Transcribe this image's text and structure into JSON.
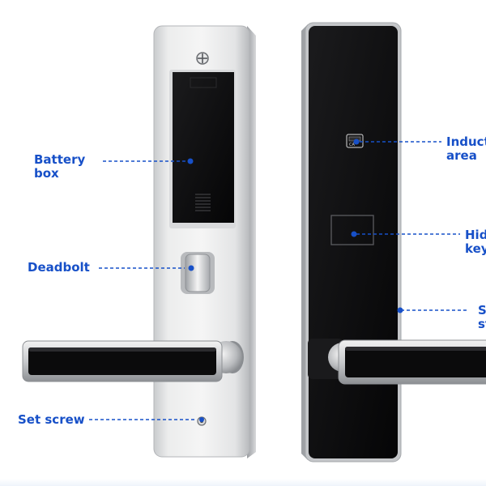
{
  "diagram": {
    "accent_color": "#1750c8",
    "labels_left": [
      {
        "id": "battery-box",
        "text": "Battery\nbox"
      },
      {
        "id": "deadbolt",
        "text": "Deadbolt"
      },
      {
        "id": "set-screw",
        "text": "Set screw"
      }
    ],
    "labels_right": [
      {
        "id": "induction-area",
        "text": "Induct\narea"
      },
      {
        "id": "hidden-key",
        "text": "Hid\nkey"
      },
      {
        "id": "strip",
        "text": "S\nst"
      }
    ],
    "card_chip_text": "CA"
  }
}
